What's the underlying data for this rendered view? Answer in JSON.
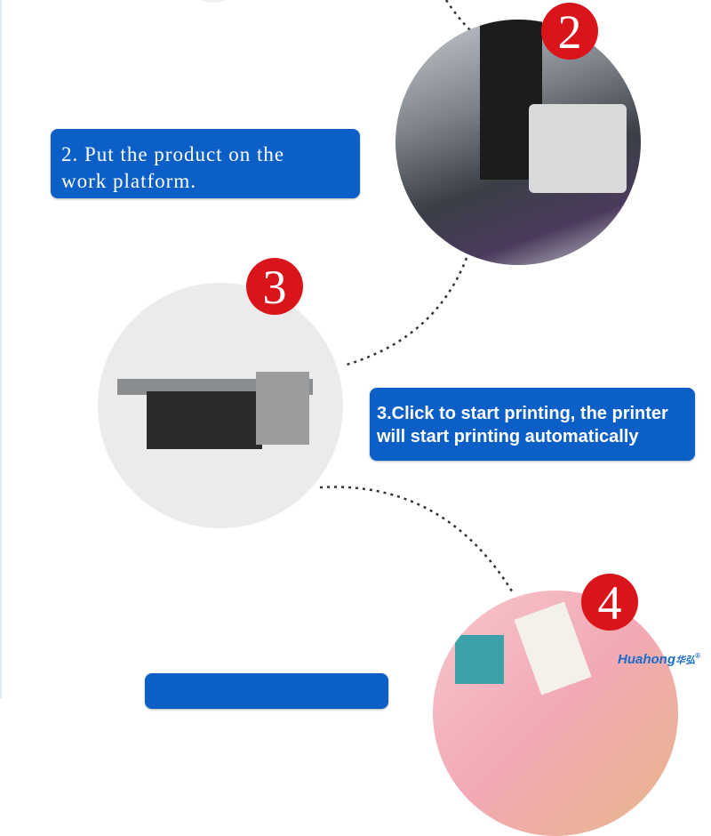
{
  "steps": [
    {
      "number": "2",
      "text": "2. Put the product on the work platform."
    },
    {
      "number": "3",
      "text": "3.Click to start printing, the printer will start printing automatically"
    },
    {
      "number": "4",
      "text": ""
    }
  ],
  "logo": {
    "text": "Huahong 华弘",
    "mark": "®"
  },
  "colors": {
    "box": "#0b5fc6",
    "badge": "#d9141b"
  }
}
